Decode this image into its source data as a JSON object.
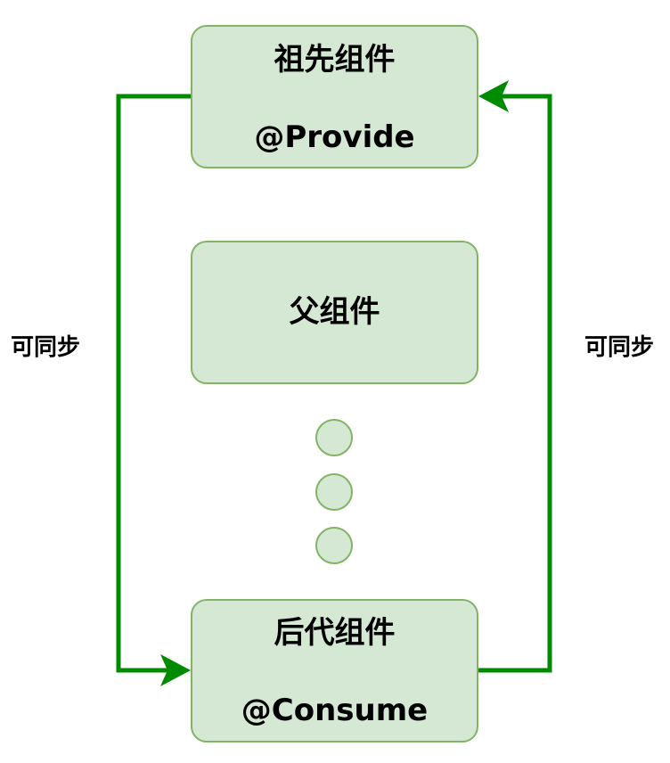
{
  "nodes": {
    "ancestor": {
      "title": "祖先组件",
      "decorator": "@Provide"
    },
    "parent": {
      "title": "父组件"
    },
    "descendant": {
      "title": "后代组件",
      "decorator": "@Consume"
    }
  },
  "edges": {
    "left_label": "可同步",
    "right_label": "可同步"
  },
  "colors": {
    "node_fill": "#d5e8d4",
    "node_stroke": "#82b366",
    "arrow": "#008a00",
    "text": "#000000"
  }
}
